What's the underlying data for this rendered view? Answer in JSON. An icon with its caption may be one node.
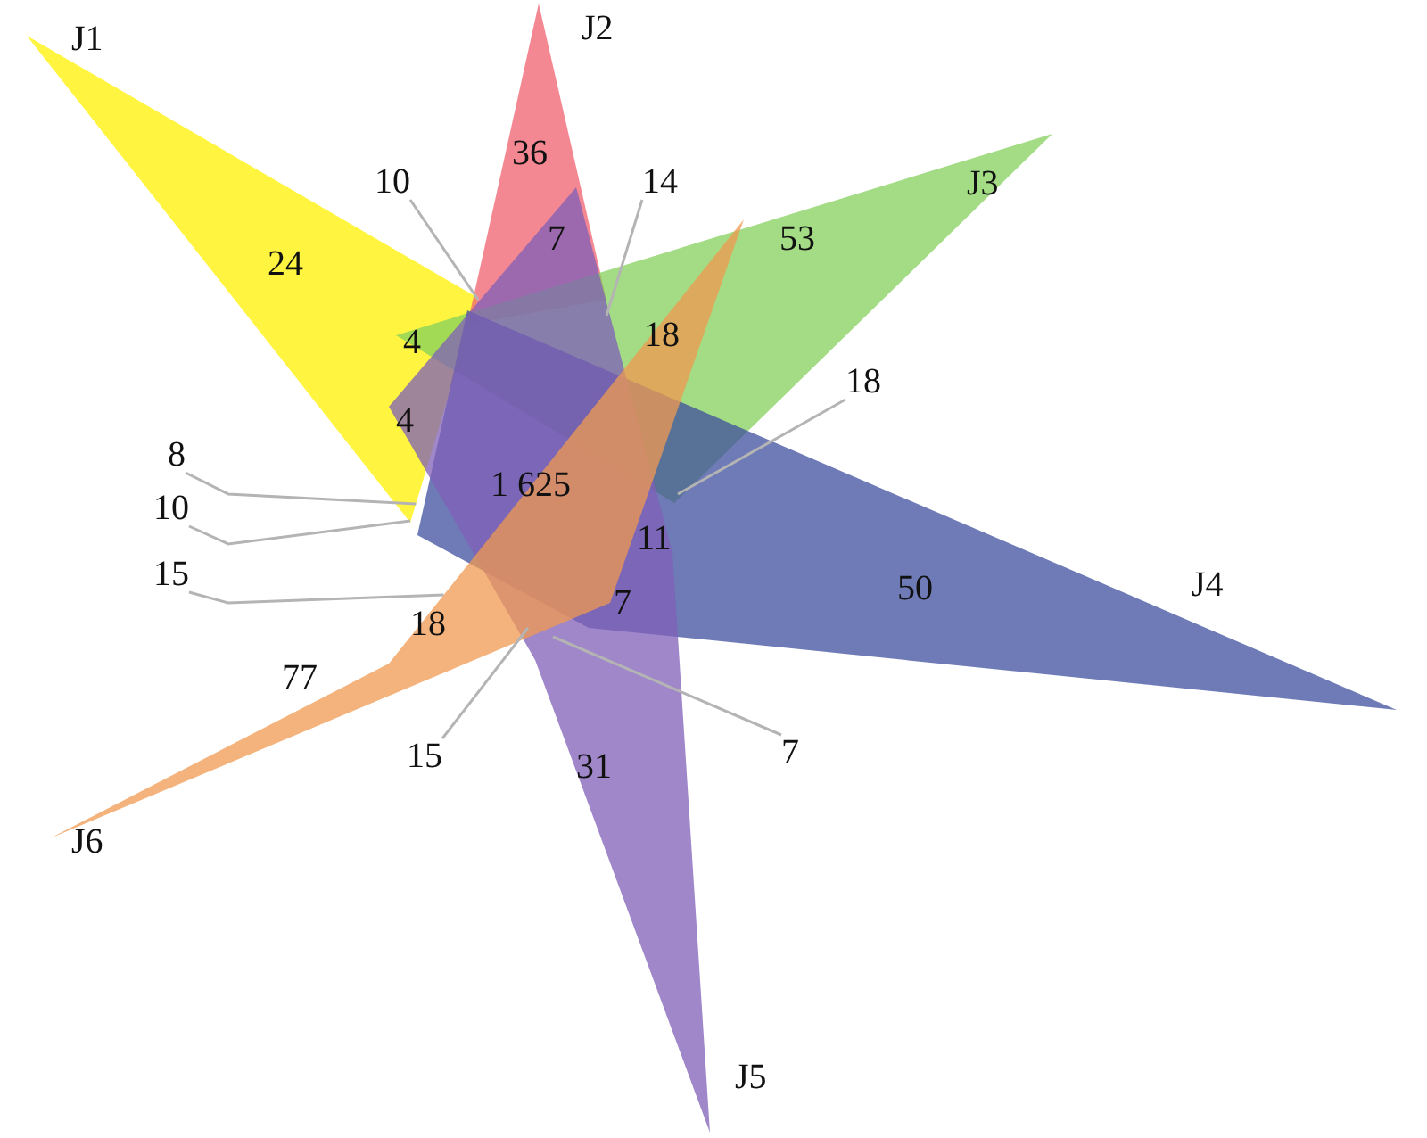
{
  "diagram": {
    "nodes": [
      {
        "text": [
          "J1"
        ]
      },
      {
        "text": [
          "J2"
        ]
      },
      {
        "text": [
          "J3"
        ]
      },
      {
        "text": [
          "J4"
        ]
      },
      {
        "text": [
          "J5"
        ]
      },
      {
        "text": [
          "J6"
        ]
      },
      {
        "text": [
          "10"
        ]
      },
      {
        "text": [
          "14"
        ]
      },
      {
        "text": [
          "18"
        ]
      },
      {
        "text": [
          "8"
        ]
      },
      {
        "text": [
          "10"
        ]
      },
      {
        "text": [
          "15"
        ]
      },
      {
        "text": [
          "15"
        ]
      },
      {
        "text": [
          "7"
        ]
      }
    ],
    "edges": [
      {
        "from": 6,
        "to": 1,
        "arrow": "none"
      },
      {
        "from": 7,
        "to": 2,
        "arrow": "none"
      },
      {
        "from": 8,
        "to": 2,
        "arrow": "none"
      },
      {
        "from": 9,
        "to": 0,
        "arrow": "none"
      },
      {
        "from": 10,
        "to": 0,
        "arrow": "none"
      },
      {
        "from": 11,
        "to": 5,
        "arrow": "none"
      },
      {
        "from": 12,
        "to": 4,
        "arrow": "none"
      },
      {
        "from": 13,
        "to": 4,
        "arrow": "none"
      }
    ],
    "labels": [
      "36",
      "24",
      "7",
      "53",
      "4",
      "18",
      "4",
      "1 625",
      "11",
      "7",
      "50",
      "18",
      "77",
      "31"
    ]
  }
}
